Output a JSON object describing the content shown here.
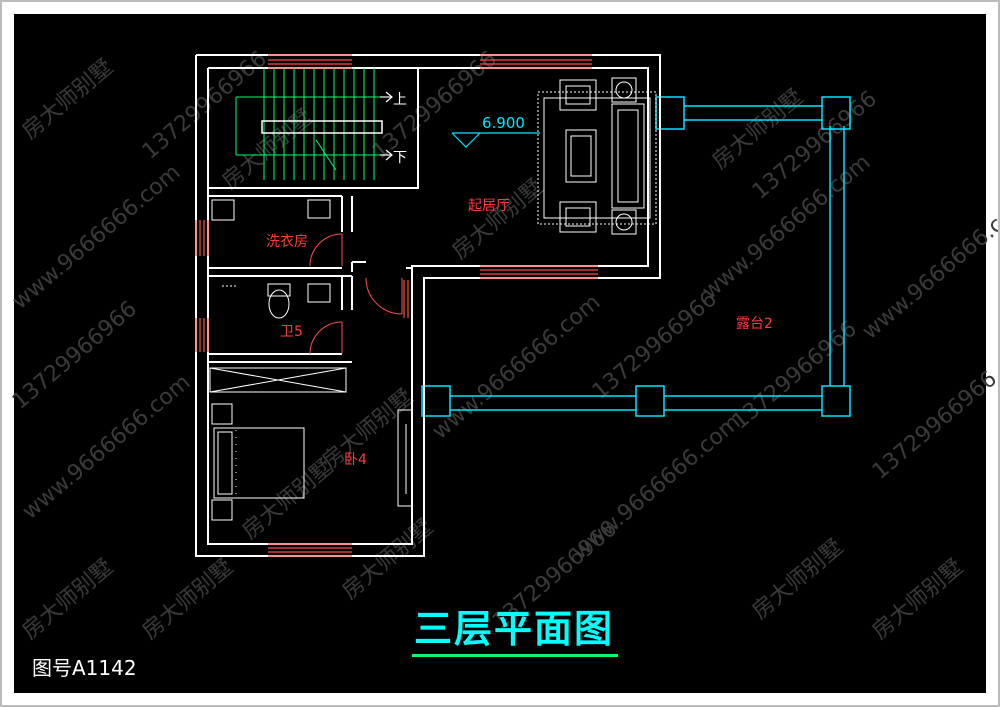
{
  "drawing": {
    "title": "三层平面图",
    "number": "图号A1142"
  },
  "rooms": {
    "living": "起居厅",
    "laundry": "洗衣房",
    "bath": "卫5",
    "bedroom": "卧4",
    "terrace": "露台2"
  },
  "stairs": {
    "up": "上",
    "down": "下"
  },
  "elevation": "6.900",
  "watermarks": {
    "brand": "房大师别墅",
    "phone": "13729966966",
    "site": "www.9666666.com"
  },
  "colors": {
    "background": "#000000",
    "wall": "#ffffff",
    "window": "#ff4d4d",
    "terrace_rail": "#00e5ff",
    "stair_line": "#00ff66",
    "room_label": "#ff3b3b",
    "title": "#00ffff",
    "title_underline": "#00ff66",
    "watermark": "#3a3a3a"
  }
}
